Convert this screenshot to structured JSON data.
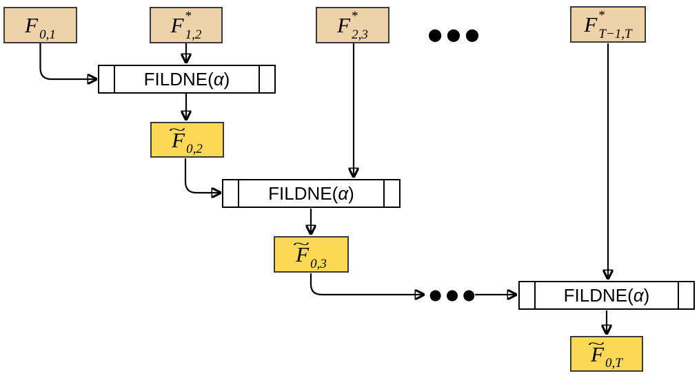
{
  "diagram": {
    "colors": {
      "input_fill": "#EED2A8",
      "output_fill": "#FBD954",
      "node_border": "#3a3a3a",
      "process_border": "#000000",
      "arrow": "#000000",
      "background": "#ffffff"
    },
    "nodes": {
      "f01": {
        "main": "F",
        "sup": "",
        "sub": "0,1"
      },
      "f12": {
        "main": "F",
        "sup": "*",
        "sub": "1,2"
      },
      "f23": {
        "main": "F",
        "sup": "*",
        "sub": "2,3"
      },
      "fT1T": {
        "main": "F",
        "sup": "*",
        "sub": "T−1,T"
      },
      "f02": {
        "main": "F",
        "tilde": "~",
        "sub": "0,2"
      },
      "f03": {
        "main": "F",
        "tilde": "~",
        "sub": "0,3"
      },
      "f0T": {
        "main": "F",
        "tilde": "~",
        "sub": "0,T"
      }
    },
    "process": {
      "name": "FILDNE",
      "open": "(",
      "arg": "α",
      "close": ")"
    },
    "ellipsis": "●●●"
  }
}
